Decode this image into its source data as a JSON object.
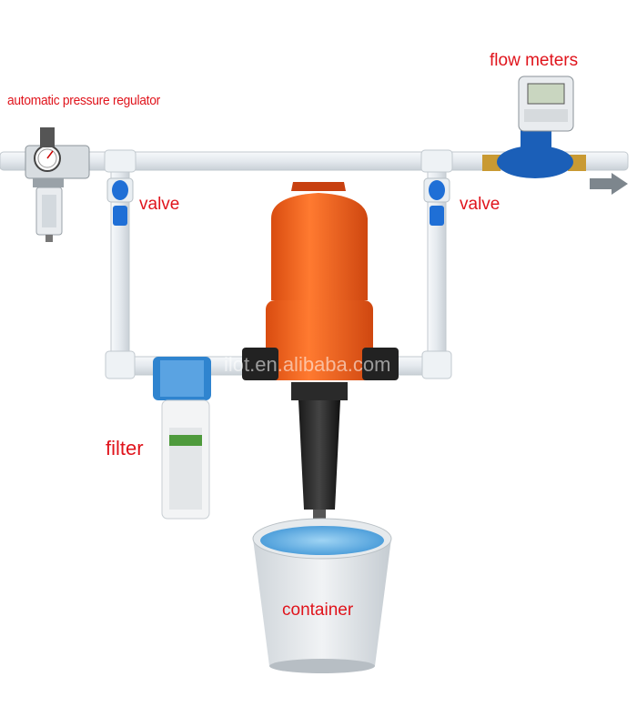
{
  "labels": {
    "regulator": "automatic pressure regulator",
    "flow_meters": "flow meters",
    "valve_left": "valve",
    "valve_right": "valve",
    "filter": "filter",
    "container": "container"
  },
  "watermark": "ilot.en.alibaba.com",
  "colors": {
    "label_red": "#e0141c",
    "pipe": "#e9eef2",
    "valve_blue": "#1f6fd6",
    "pump_orange": "#f2651e",
    "meter_blue": "#1b5fb8",
    "water": "#5fb2e8"
  }
}
